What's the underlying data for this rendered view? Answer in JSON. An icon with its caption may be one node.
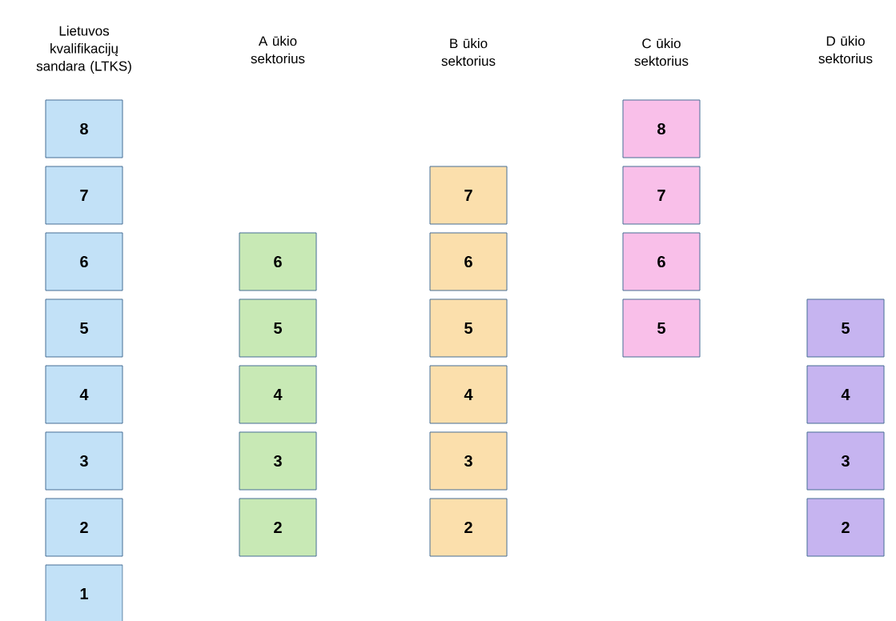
{
  "diagram": {
    "nodes": [
      {
        "text": [
          "8"
        ]
      },
      {
        "text": [
          "7"
        ]
      },
      {
        "text": [
          "6"
        ]
      },
      {
        "text": [
          "5"
        ]
      },
      {
        "text": [
          "4"
        ]
      },
      {
        "text": [
          "3"
        ]
      },
      {
        "text": [
          "2"
        ]
      },
      {
        "text": [
          "1"
        ]
      },
      {
        "text": [
          "6"
        ]
      },
      {
        "text": [
          "5"
        ]
      },
      {
        "text": [
          "4"
        ]
      },
      {
        "text": [
          "3"
        ]
      },
      {
        "text": [
          "2"
        ]
      },
      {
        "text": [
          "7"
        ]
      },
      {
        "text": [
          "6"
        ]
      },
      {
        "text": [
          "5"
        ]
      },
      {
        "text": [
          "4"
        ]
      },
      {
        "text": [
          "3"
        ]
      },
      {
        "text": [
          "2"
        ]
      },
      {
        "text": [
          "8"
        ]
      },
      {
        "text": [
          "7"
        ]
      },
      {
        "text": [
          "6"
        ]
      },
      {
        "text": [
          "5"
        ]
      },
      {
        "text": [
          "5"
        ]
      },
      {
        "text": [
          "4"
        ]
      },
      {
        "text": [
          "3"
        ]
      },
      {
        "text": [
          "2"
        ]
      }
    ],
    "labels": [
      "Lietuvos kvalifikacijų sandara (LTKS)",
      "A ūkio sektorius",
      "B ūkio sektorius",
      "C ūkio sektorius",
      "D ūkio sektorius"
    ]
  }
}
